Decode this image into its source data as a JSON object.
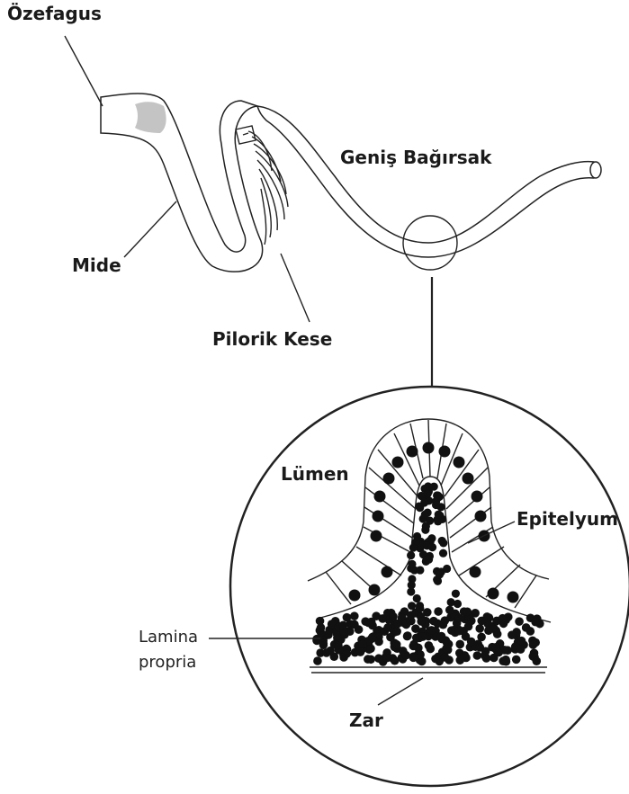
{
  "labels": {
    "ozefagus": "Özefagus",
    "mide": "Mide",
    "pilorik_kese": "Pilorik Kese",
    "genis_bagirsak": "Geniş Bağırsak",
    "lumen": "Lümen",
    "epitelyum": "Epitelyum",
    "lamina_line1": "Lamina",
    "lamina_line2": "propria",
    "zar": "Zar"
  },
  "colors": {
    "ink": "#222222",
    "esophagus_shade": "#c4c4c4",
    "background": "#ffffff"
  }
}
